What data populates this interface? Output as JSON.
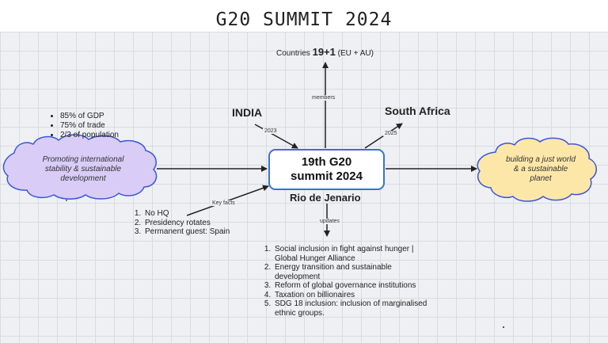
{
  "title": "G20 SUMMIT 2024",
  "center": {
    "line1": "19th G20",
    "line2": "summit 2024",
    "caption": "Rio de Jenario"
  },
  "countries": {
    "prefix": "Countries",
    "count": "19+1",
    "suffix": "(EU + AU)"
  },
  "india": {
    "label": "INDIA",
    "year": "2023"
  },
  "south_africa": {
    "label": "South Africa",
    "year": "2025"
  },
  "edge_labels": {
    "members": "members",
    "key_facts": "Key facts",
    "updates": "updates"
  },
  "stats": [
    "85% of GDP",
    "75% of trade",
    "2/3 of population"
  ],
  "left_cloud": {
    "text": "Promoting international stability & sustainable development",
    "fill": "#d9ccf7",
    "stroke": "#3b56d8"
  },
  "right_cloud": {
    "text": "building a just world & a sustainable planet",
    "fill": "#fde7a8",
    "stroke": "#3b56d8"
  },
  "key_facts": [
    "No HQ",
    "Presidency rotates",
    "Permanent guest: Spain"
  ],
  "updates": [
    "Social inclusion in fight against hunger | Global Hunger Alliance",
    "Energy transition and sustainable development",
    "Reform of global governance institutions",
    "Taxation on billionaires",
    "SDG 18 inclusion: inclusion of marginalised ethnic groups."
  ],
  "colors": {
    "accent": "#3b6fd8",
    "line": "#222222"
  }
}
